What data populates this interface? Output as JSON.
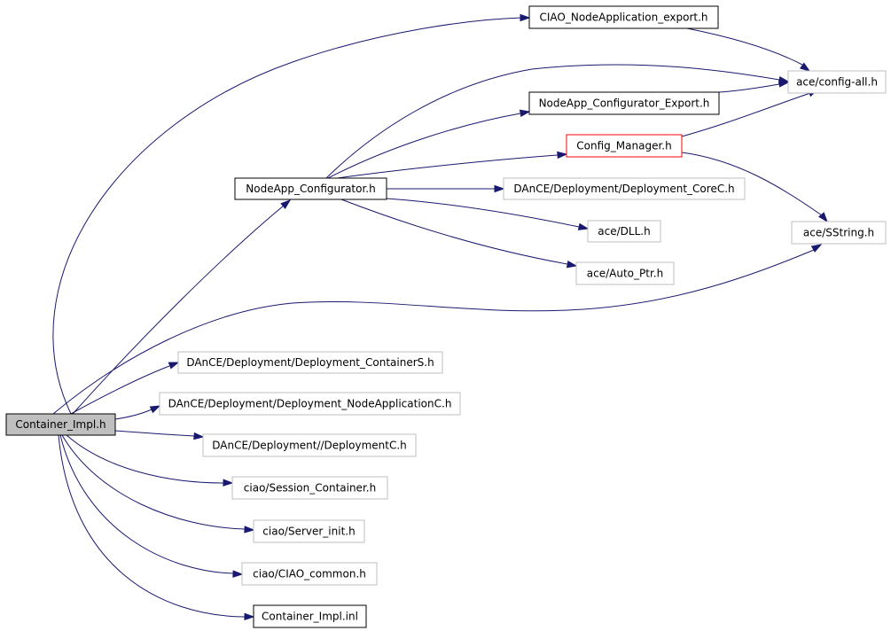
{
  "colors": {
    "edge": "#191970",
    "border_strong": "#000000",
    "border_weak": "#bfbfbf",
    "border_highlight": "#ff0000",
    "root_fill": "#bfbfbf",
    "node_fill": "#ffffff",
    "text": "#000000"
  },
  "nodes": [
    {
      "id": "container_impl_h",
      "label": "Container_Impl.h",
      "style": "root"
    },
    {
      "id": "ciao_nodeapp_export",
      "label": "CIAO_NodeApplication_export.h",
      "style": "strong"
    },
    {
      "id": "ace_config_all",
      "label": "ace/config-all.h",
      "style": "weak"
    },
    {
      "id": "nodeapp_configurator_export",
      "label": "NodeApp_Configurator_Export.h",
      "style": "strong"
    },
    {
      "id": "config_manager",
      "label": "Config_Manager.h",
      "style": "highlight"
    },
    {
      "id": "nodeapp_configurator",
      "label": "NodeApp_Configurator.h",
      "style": "strong"
    },
    {
      "id": "dance_corec",
      "label": "DAnCE/Deployment/Deployment_CoreC.h",
      "style": "weak"
    },
    {
      "id": "ace_sstring",
      "label": "ace/SString.h",
      "style": "weak"
    },
    {
      "id": "ace_dll",
      "label": "ace/DLL.h",
      "style": "weak"
    },
    {
      "id": "ace_auto_ptr",
      "label": "ace/Auto_Ptr.h",
      "style": "weak"
    },
    {
      "id": "dance_containers",
      "label": "DAnCE/Deployment/Deployment_ContainerS.h",
      "style": "weak"
    },
    {
      "id": "dance_nodeapplicationc",
      "label": "DAnCE/Deployment/Deployment_NodeApplicationC.h",
      "style": "weak"
    },
    {
      "id": "dance_deploymentc",
      "label": "DAnCE/Deployment//DeploymentC.h",
      "style": "weak"
    },
    {
      "id": "ciao_session_container",
      "label": "ciao/Session_Container.h",
      "style": "weak"
    },
    {
      "id": "ciao_server_init",
      "label": "ciao/Server_init.h",
      "style": "weak"
    },
    {
      "id": "ciao_ciao_common",
      "label": "ciao/CIAO_common.h",
      "style": "weak"
    },
    {
      "id": "container_impl_inl",
      "label": "Container_Impl.inl",
      "style": "strong"
    }
  ],
  "edges": [
    {
      "from": "container_impl_h",
      "to": "ciao_nodeapp_export"
    },
    {
      "from": "container_impl_h",
      "to": "nodeapp_configurator"
    },
    {
      "from": "container_impl_h",
      "to": "ace_sstring"
    },
    {
      "from": "container_impl_h",
      "to": "dance_containers"
    },
    {
      "from": "container_impl_h",
      "to": "dance_nodeapplicationc"
    },
    {
      "from": "container_impl_h",
      "to": "dance_deploymentc"
    },
    {
      "from": "container_impl_h",
      "to": "ciao_session_container"
    },
    {
      "from": "container_impl_h",
      "to": "ciao_server_init"
    },
    {
      "from": "container_impl_h",
      "to": "ciao_ciao_common"
    },
    {
      "from": "container_impl_h",
      "to": "container_impl_inl"
    },
    {
      "from": "ciao_nodeapp_export",
      "to": "ace_config_all"
    },
    {
      "from": "nodeapp_configurator",
      "to": "ace_config_all"
    },
    {
      "from": "nodeapp_configurator",
      "to": "nodeapp_configurator_export"
    },
    {
      "from": "nodeapp_configurator",
      "to": "config_manager"
    },
    {
      "from": "nodeapp_configurator",
      "to": "dance_corec"
    },
    {
      "from": "nodeapp_configurator",
      "to": "ace_dll"
    },
    {
      "from": "nodeapp_configurator",
      "to": "ace_auto_ptr"
    },
    {
      "from": "nodeapp_configurator_export",
      "to": "ace_config_all"
    },
    {
      "from": "config_manager",
      "to": "ace_config_all"
    },
    {
      "from": "config_manager",
      "to": "ace_sstring"
    }
  ]
}
